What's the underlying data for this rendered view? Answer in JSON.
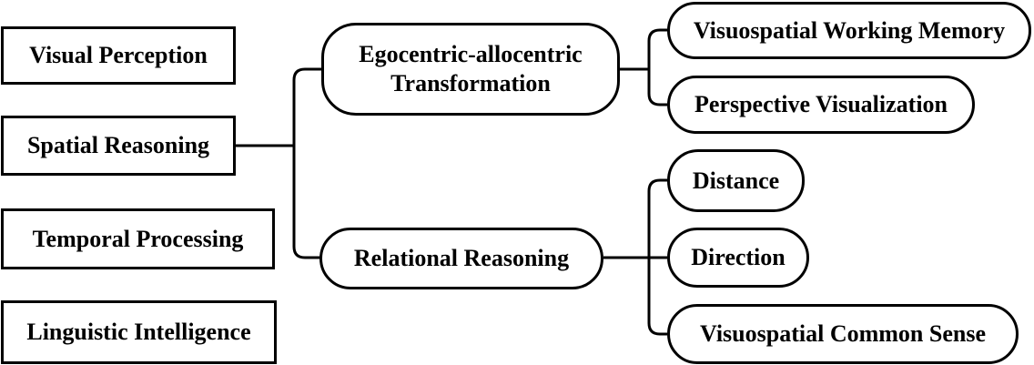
{
  "diagram": {
    "background_color": "#ffffff",
    "line_color": "#000000",
    "text_color": "#000000",
    "node_fill": "#ffffff",
    "node_border_color": "#000000",
    "left_column": [
      {
        "id": "visual-perception",
        "label": "Visual Perception",
        "shape": "rectangle"
      },
      {
        "id": "spatial-reasoning",
        "label": "Spatial Reasoning",
        "shape": "rectangle",
        "connects_to": [
          "egocentric-allocentric-transformation",
          "relational-reasoning"
        ]
      },
      {
        "id": "temporal-processing",
        "label": "Temporal Processing",
        "shape": "rectangle"
      },
      {
        "id": "linguistic-intelligence",
        "label": "Linguistic Intelligence",
        "shape": "rectangle"
      }
    ],
    "branches": [
      {
        "id": "egocentric-allocentric-transformation",
        "label": "Egocentric-allocentric Transformation",
        "shape": "rounded",
        "children": [
          {
            "id": "visuospatial-working-memory",
            "label": "Visuospatial Working Memory",
            "shape": "rounded"
          },
          {
            "id": "perspective-visualization",
            "label": "Perspective Visualization",
            "shape": "rounded"
          }
        ]
      },
      {
        "id": "relational-reasoning",
        "label": "Relational Reasoning",
        "shape": "rounded",
        "children": [
          {
            "id": "distance",
            "label": "Distance",
            "shape": "rounded"
          },
          {
            "id": "direction",
            "label": "Direction",
            "shape": "rounded"
          },
          {
            "id": "visuospatial-common-sense",
            "label": "Visuospatial Common Sense",
            "shape": "rounded"
          }
        ]
      }
    ]
  }
}
